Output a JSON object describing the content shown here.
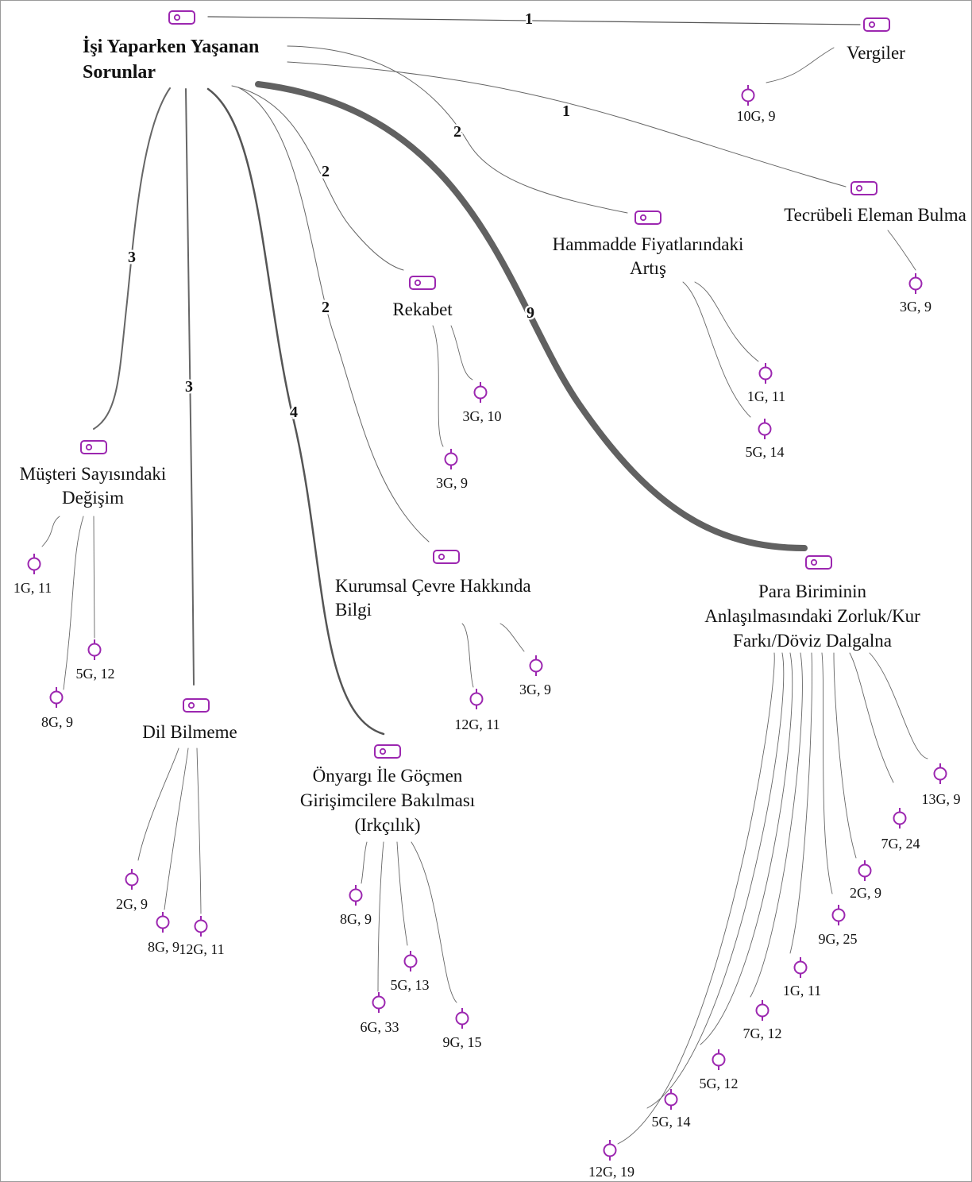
{
  "diagram": {
    "root": {
      "lines": [
        "İşi Yaparken Yaşanan",
        "Sorunlar"
      ]
    },
    "accent_color": "#9c27b0",
    "categories": [
      {
        "id": "vergiler",
        "lines": [
          "Vergiler"
        ],
        "weight": "1",
        "codes": [
          "10G, 9"
        ]
      },
      {
        "id": "tecrubeli",
        "lines": [
          "Tecrübeli Eleman Bulma"
        ],
        "weight": "1",
        "codes": [
          "3G, 9"
        ]
      },
      {
        "id": "hammadde",
        "lines": [
          "Hammadde Fiyatlarındaki",
          "Artış"
        ],
        "weight": "2",
        "codes": [
          "1G, 11",
          "5G, 14"
        ]
      },
      {
        "id": "rekabet",
        "lines": [
          "Rekabet"
        ],
        "weight": "2",
        "codes": [
          "3G, 10",
          "3G, 9"
        ]
      },
      {
        "id": "kurumsal",
        "lines": [
          "Kurumsal Çevre Hakkında",
          "Bilgi"
        ],
        "weight": "2",
        "codes": [
          "12G, 11",
          "3G, 9"
        ]
      },
      {
        "id": "para",
        "lines": [
          "Para Biriminin",
          "Anlaşılmasındaki Zorluk/Kur",
          "Farkı/Döviz Dalgalna"
        ],
        "weight": "9",
        "codes": [
          "13G, 9",
          "7G, 24",
          "2G, 9",
          "9G, 25",
          "1G, 11",
          "7G, 12",
          "5G, 12",
          "5G, 14",
          "12G, 19"
        ]
      },
      {
        "id": "musteri",
        "lines": [
          "Müşteri Sayısındaki",
          "Değişim"
        ],
        "weight": "3",
        "codes": [
          "1G, 11",
          "5G, 12",
          "8G, 9"
        ]
      },
      {
        "id": "dil",
        "lines": [
          "Dil Bilmeme"
        ],
        "weight": "3",
        "codes": [
          "2G, 9",
          "8G, 9",
          "12G, 11"
        ]
      },
      {
        "id": "onyargi",
        "lines": [
          "Önyargı İle Göçmen",
          "Girişimcilere Bakılması",
          "(Irkçılık)"
        ],
        "weight": "4",
        "codes": [
          "8G, 9",
          "5G, 13",
          "6G, 33",
          "9G, 15"
        ]
      }
    ]
  }
}
